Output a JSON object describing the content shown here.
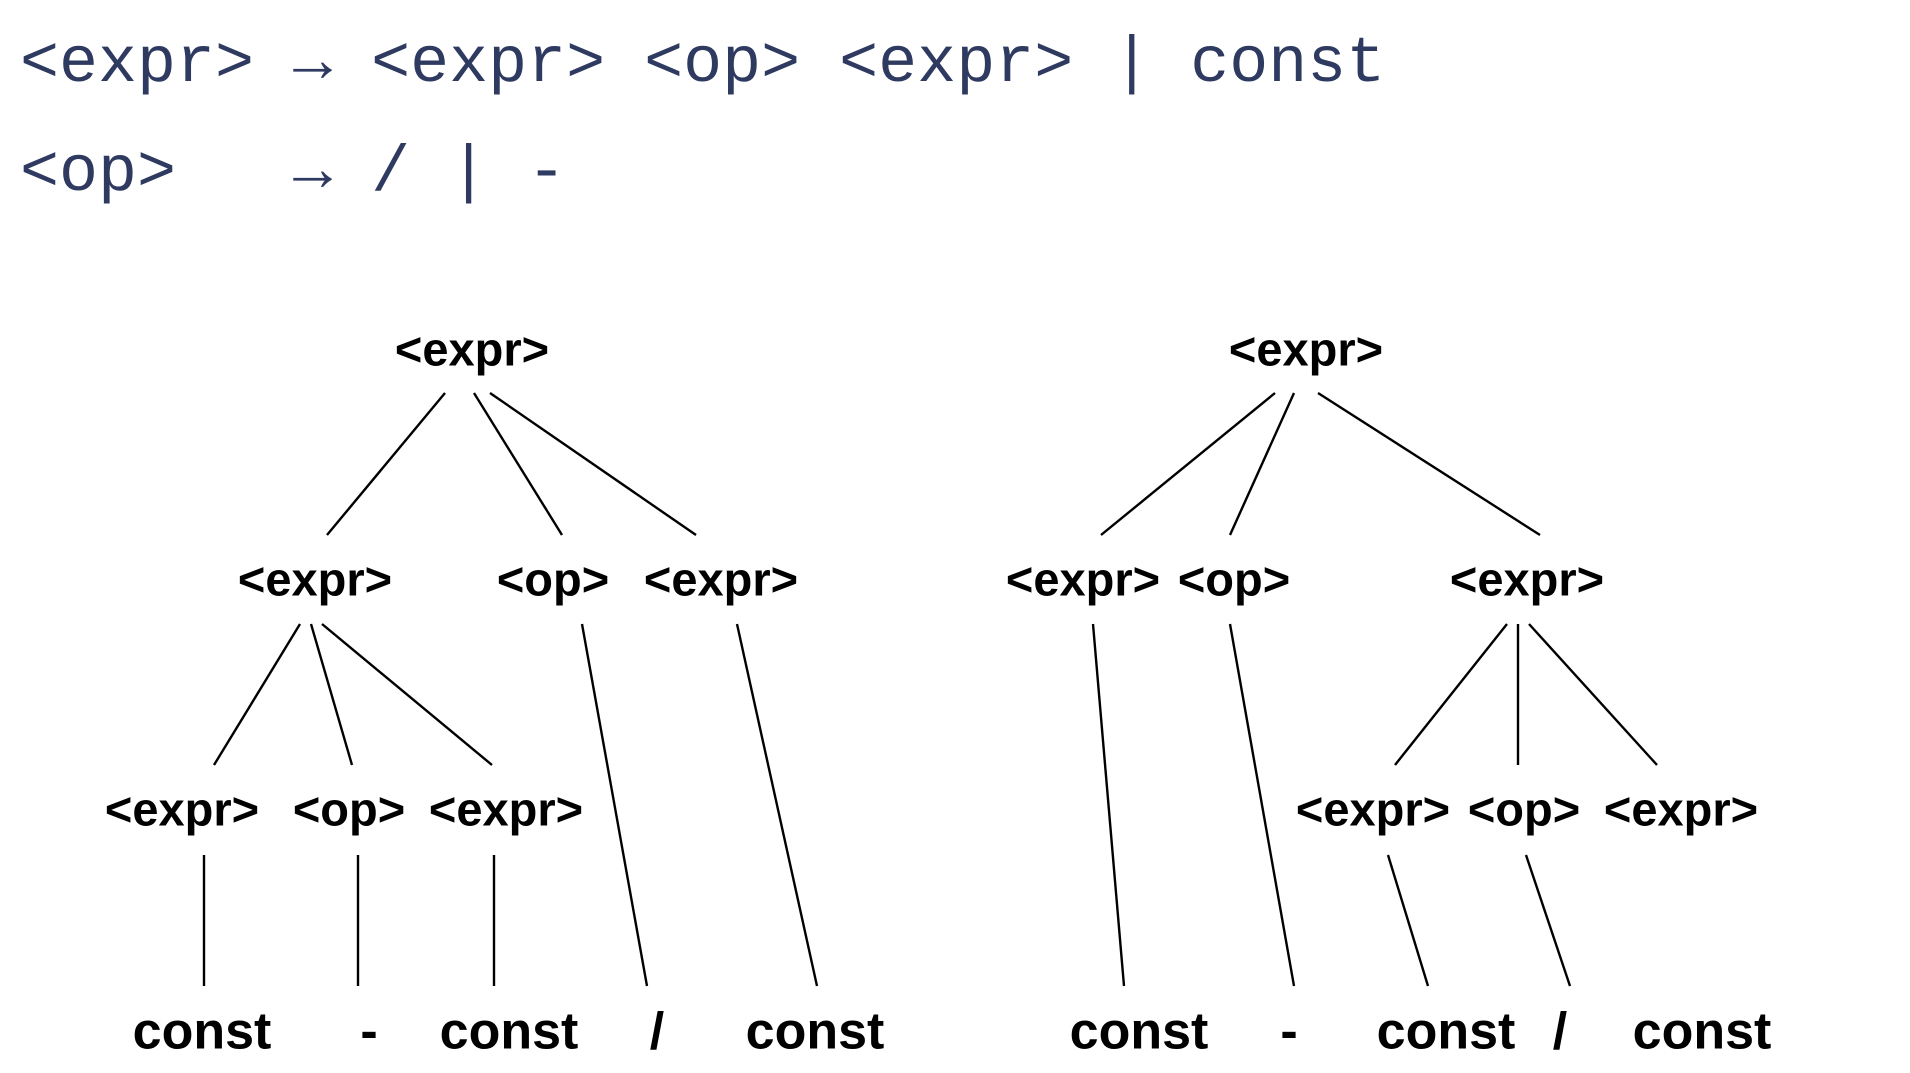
{
  "grammar": {
    "rule1": {
      "lhs": "<expr>",
      "arrow": "→",
      "rhs": "<expr> <op> <expr> | const"
    },
    "rule2": {
      "lhs": "<op>",
      "arrow": "→",
      "rhs": "/ | -"
    }
  },
  "left_tree": {
    "root": "<expr>",
    "level1": [
      "<expr>",
      "<op>",
      "<expr>"
    ],
    "level2": [
      "<expr>",
      "<op>",
      "<expr>"
    ],
    "leaves": [
      "const",
      "-",
      "const",
      "/",
      "const"
    ]
  },
  "right_tree": {
    "root": "<expr>",
    "level1": [
      "<expr>",
      "<op>",
      "<expr>"
    ],
    "level2": [
      "<expr>",
      "<op>",
      "<expr>"
    ],
    "leaves": [
      "const",
      "-",
      "const",
      "/",
      "const"
    ]
  }
}
